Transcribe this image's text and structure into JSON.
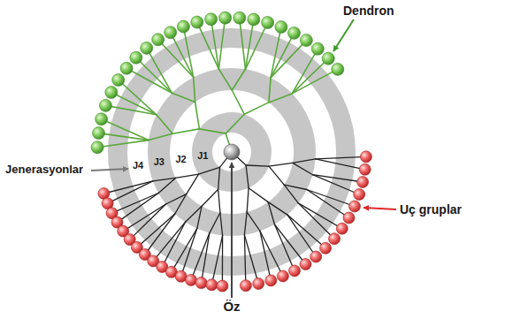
{
  "diagram": {
    "labels": [
      "Dendron",
      "Jenerasyonlar",
      "J4",
      "J3",
      "J2",
      "J1",
      "Uç gruplar",
      "Öz"
    ]
  }
}
